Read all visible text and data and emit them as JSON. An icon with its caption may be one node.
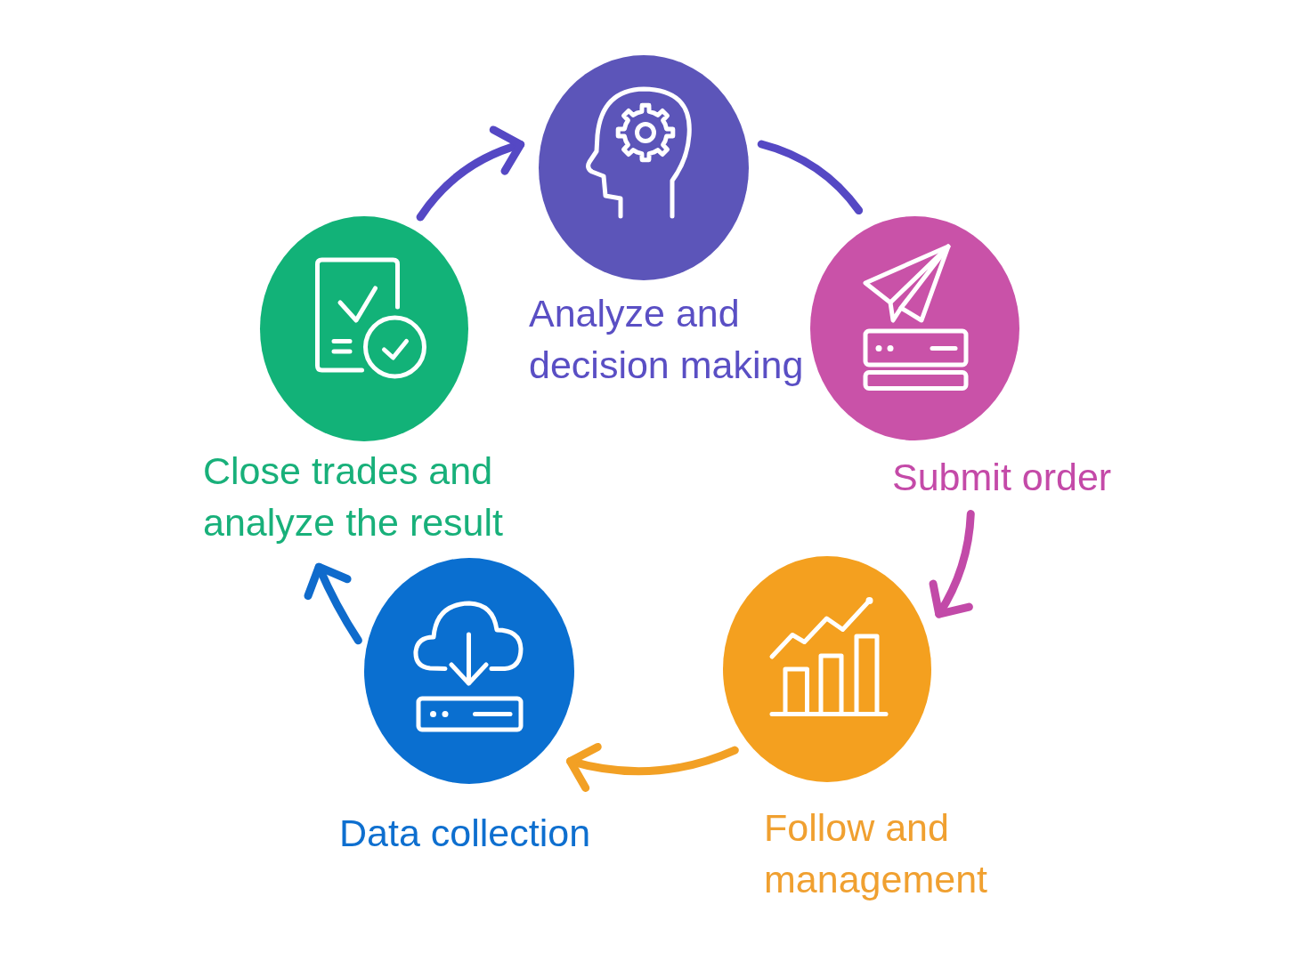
{
  "diagram": {
    "nodes": [
      {
        "text": [
          "Analyze and decision making"
        ]
      },
      {
        "text": [
          "Submit order"
        ]
      },
      {
        "text": [
          "Follow and management"
        ]
      },
      {
        "text": [
          "Data collection"
        ]
      },
      {
        "text": [
          "Close trades and analyze the result"
        ]
      }
    ],
    "edges": [
      {
        "from": 4,
        "to": 0,
        "arrow": "to",
        "color": "#5548c4"
      },
      {
        "from": 0,
        "to": 1,
        "arrow": "none",
        "color": "#5548c4"
      },
      {
        "from": 1,
        "to": 2,
        "arrow": "to",
        "color": "#c24aa8"
      },
      {
        "from": 2,
        "to": 3,
        "arrow": "to",
        "color": "#f2a024"
      },
      {
        "from": 3,
        "to": 4,
        "arrow": "to",
        "color": "#0f6bcc"
      }
    ]
  }
}
